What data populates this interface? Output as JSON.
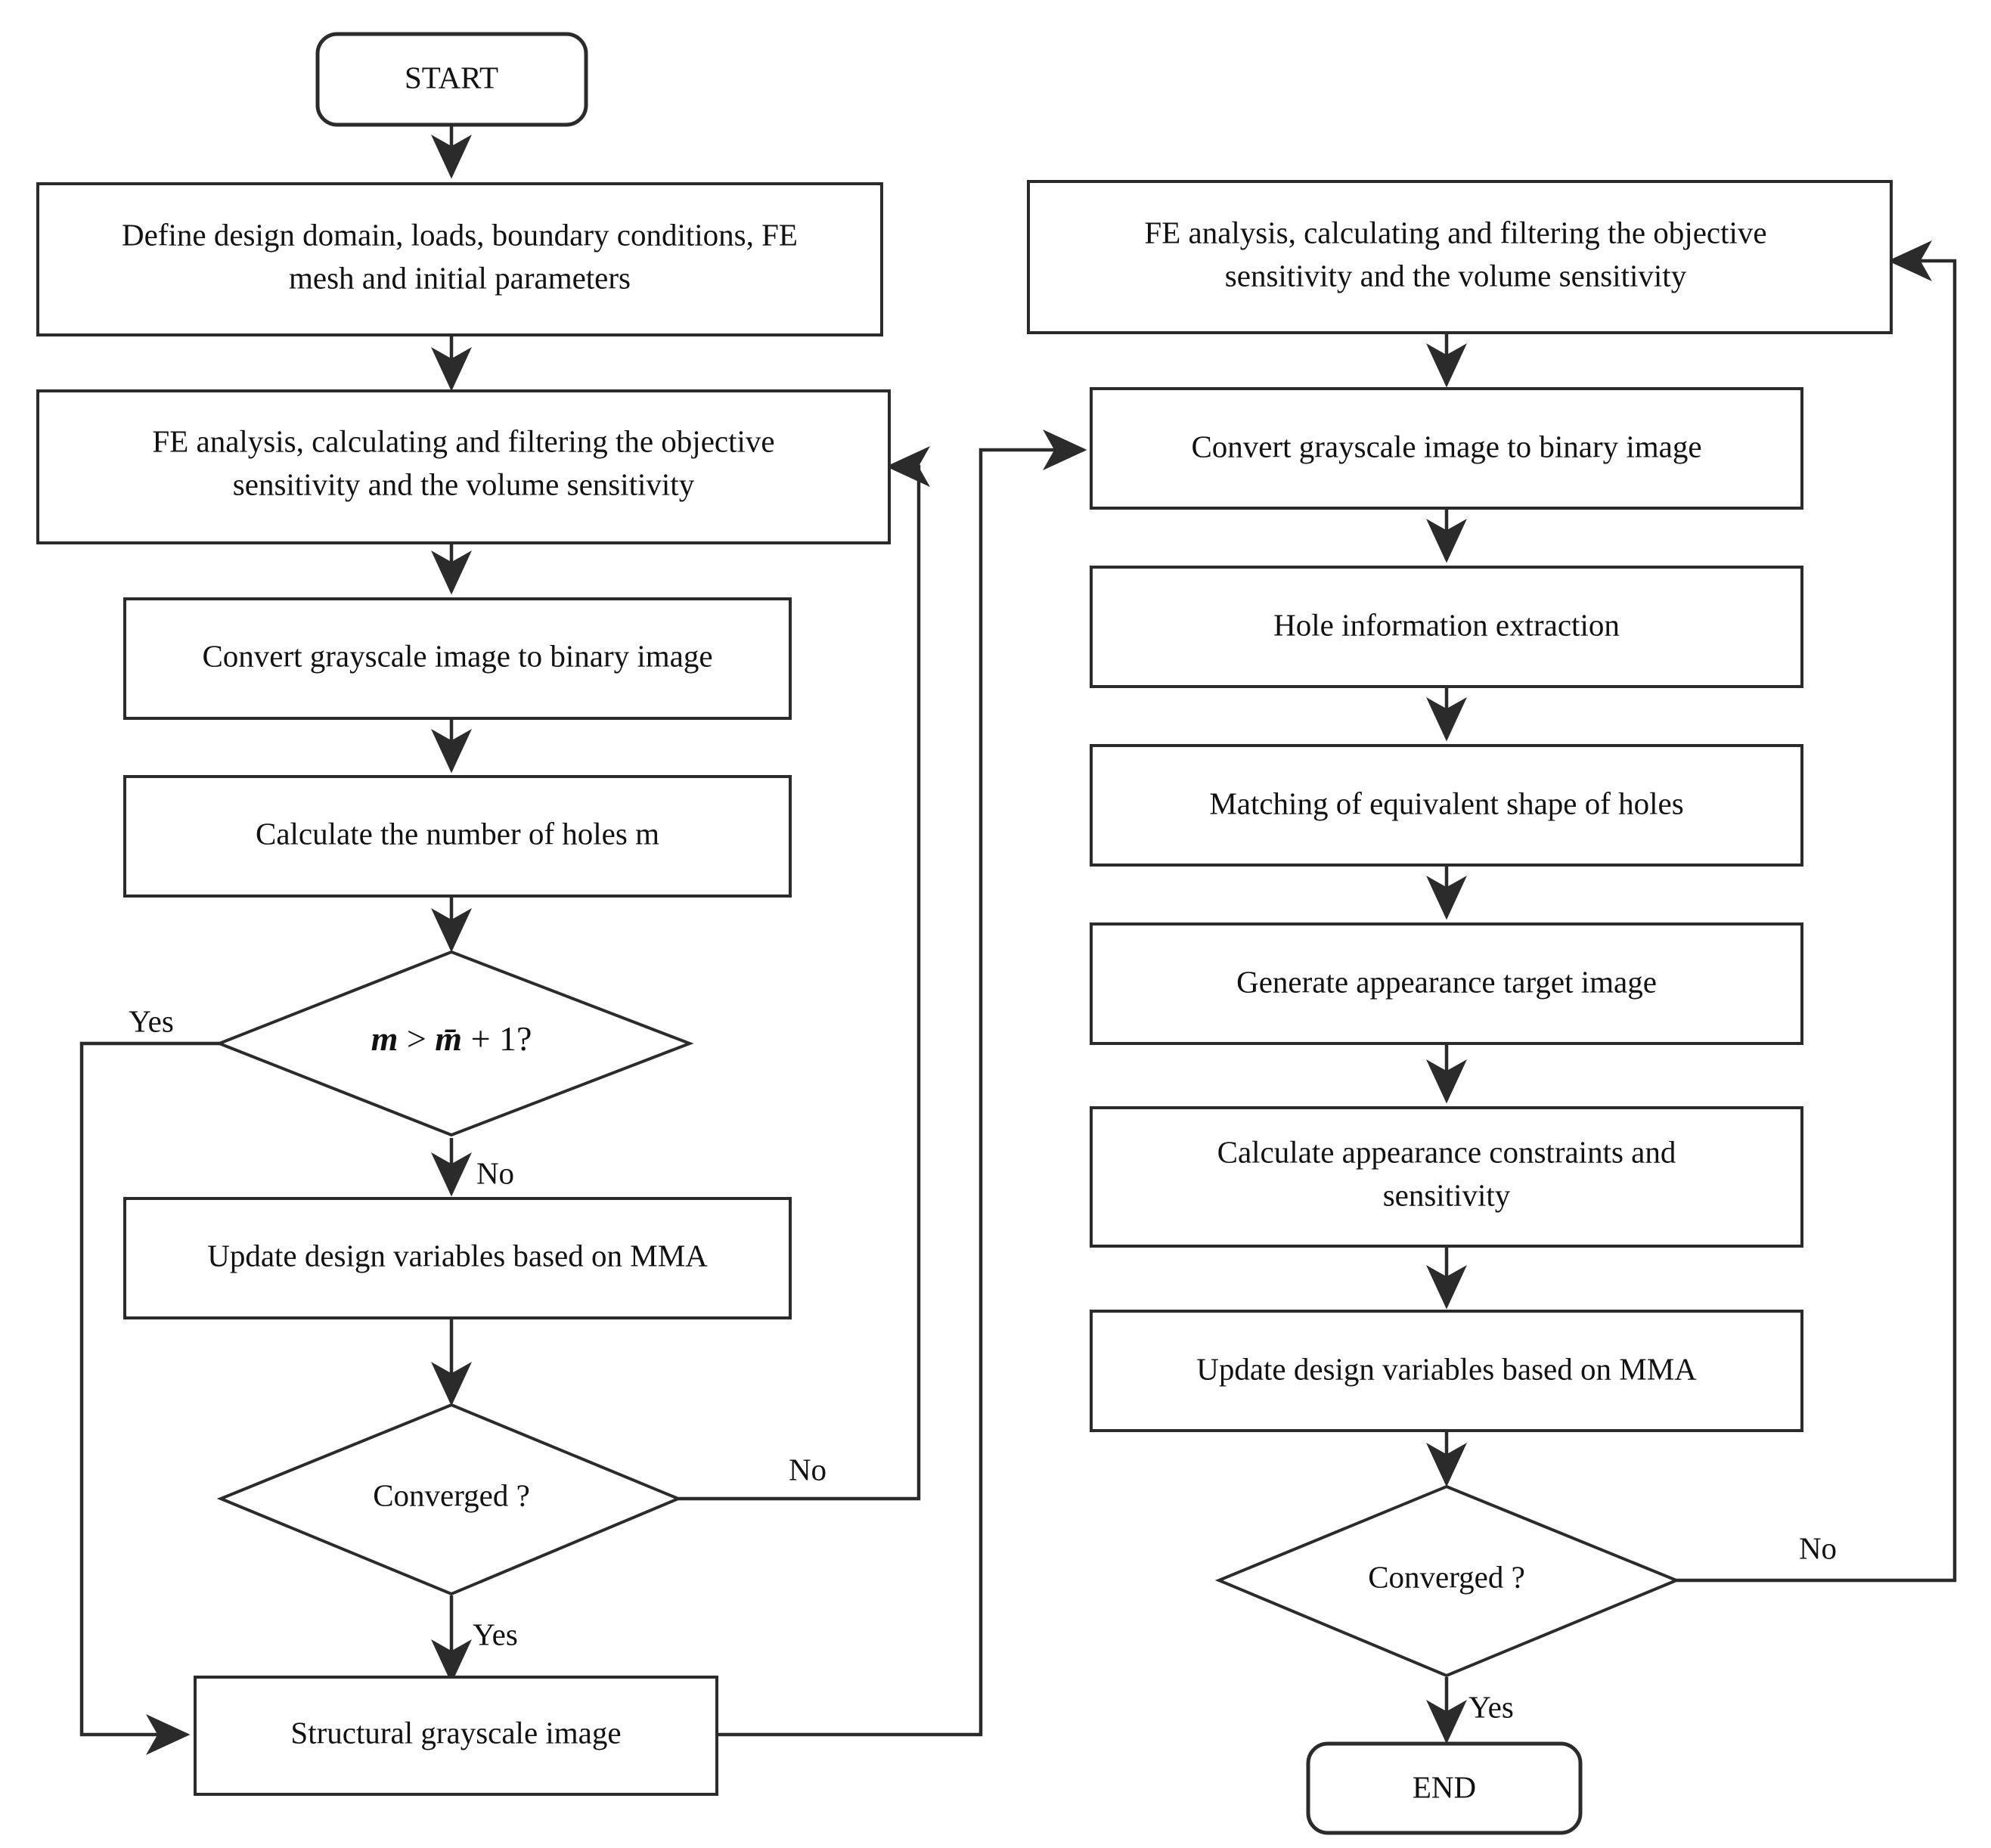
{
  "diagram": {
    "type": "flowchart",
    "title": "",
    "orientation": "two-column",
    "background_color": "#ffffff",
    "line_color": "#2b2b2b",
    "text_color": "#121212"
  },
  "nodes": {
    "start": {
      "label": "START",
      "shape": "terminator"
    },
    "define": {
      "label_line1": "Define design domain, loads, boundary conditions, FE",
      "label_line2": "mesh and initial parameters",
      "shape": "process"
    },
    "fe_left": {
      "label_line1": "FE analysis, calculating and filtering the objective",
      "label_line2": "sensitivity and the volume sensitivity",
      "shape": "process"
    },
    "convert_left": {
      "label": "Convert grayscale image to binary image",
      "shape": "process"
    },
    "calc_holes": {
      "label": "Calculate the number of holes m",
      "shape": "process"
    },
    "decision_m": {
      "label": "m > m̄ + 1?",
      "formula_lhs": "m",
      "formula_op": " > ",
      "formula_rhs": "m̄",
      "formula_tail": " + 1?",
      "shape": "decision"
    },
    "update_left": {
      "label": "Update design variables based on MMA",
      "shape": "process"
    },
    "converged_left": {
      "label": "Converged ?",
      "shape": "decision"
    },
    "structural": {
      "label": "Structural grayscale image",
      "shape": "process"
    },
    "fe_right": {
      "label_line1": "FE analysis, calculating and filtering the objective",
      "label_line2": "sensitivity and the volume sensitivity",
      "shape": "process"
    },
    "convert_right": {
      "label": "Convert grayscale image to binary image",
      "shape": "process"
    },
    "hole_info": {
      "label": "Hole information extraction",
      "shape": "process"
    },
    "matching": {
      "label": "Matching of equivalent shape of holes",
      "shape": "process"
    },
    "generate": {
      "label": "Generate appearance target image",
      "shape": "process"
    },
    "calc_appearance": {
      "label_line1": "Calculate appearance constraints and",
      "label_line2": "sensitivity",
      "shape": "process"
    },
    "update_right": {
      "label": "Update design variables based on MMA",
      "shape": "process"
    },
    "converged_right": {
      "label": "Converged ?",
      "shape": "decision"
    },
    "end": {
      "label": "END",
      "shape": "terminator"
    }
  },
  "edge_labels": {
    "m_yes": "Yes",
    "m_no": "No",
    "converged_left_no": "No",
    "converged_left_yes": "Yes",
    "converged_right_no": "No",
    "converged_right_yes": "Yes"
  }
}
